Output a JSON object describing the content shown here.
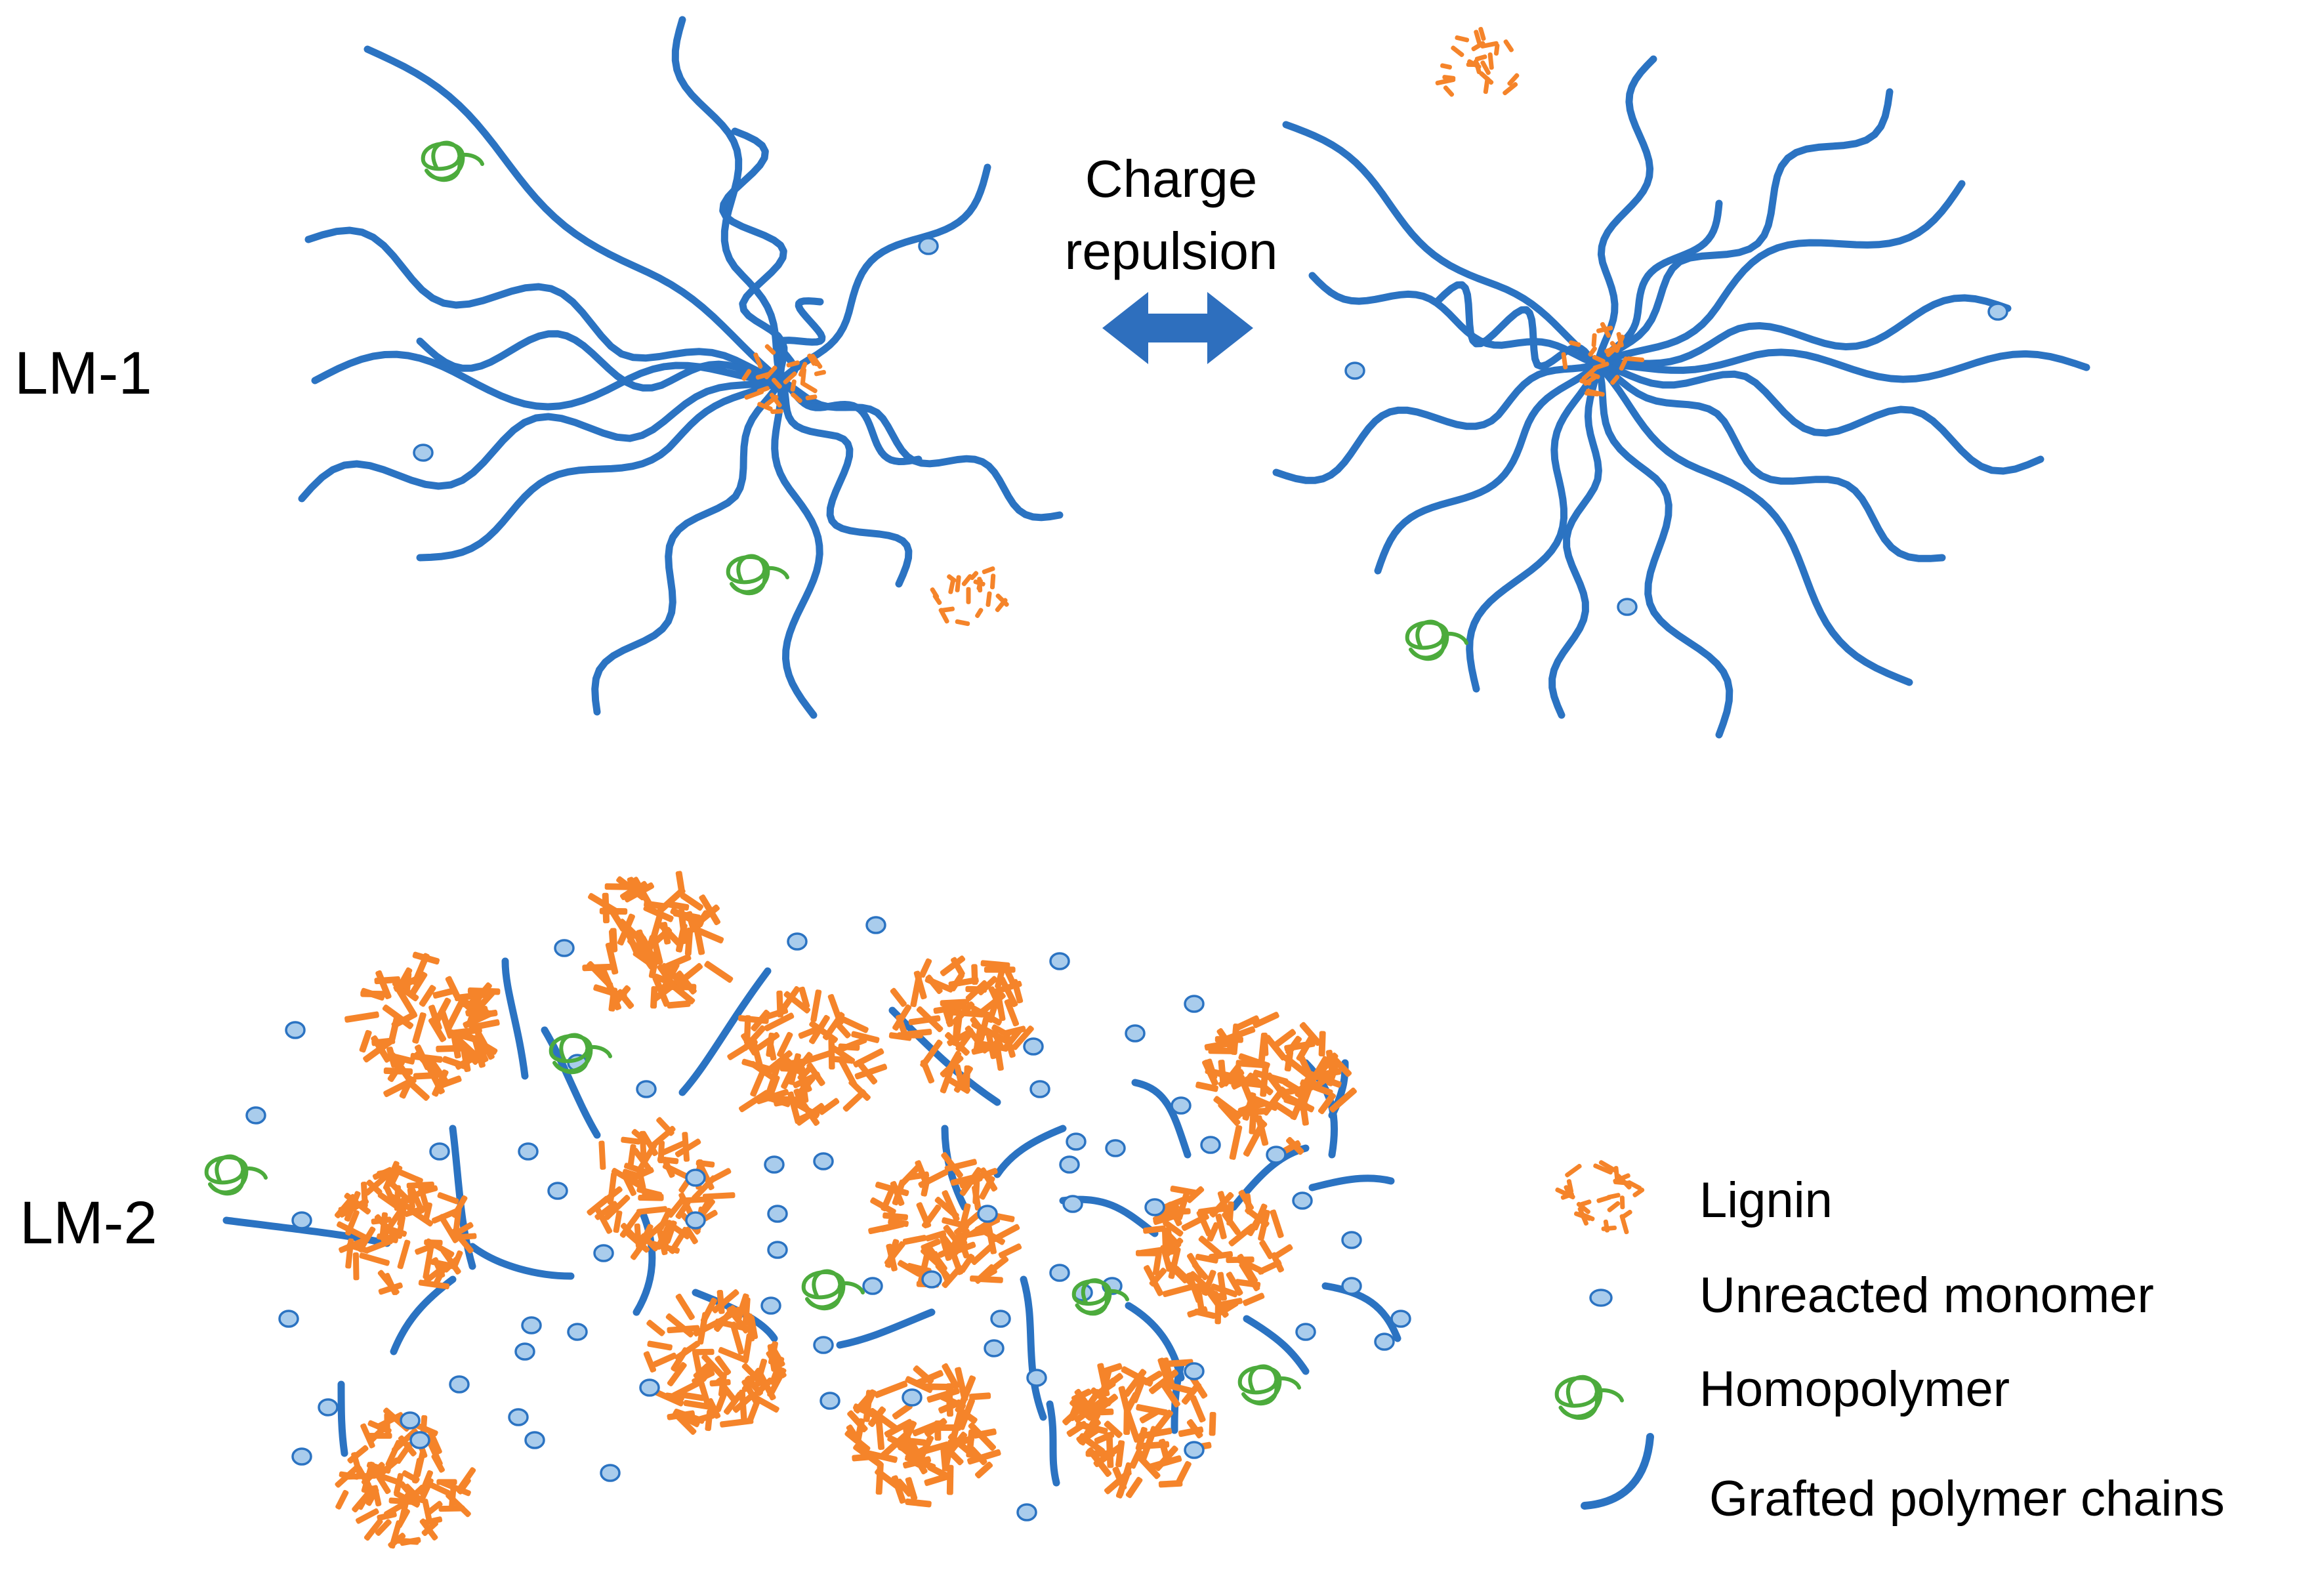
{
  "labels": {
    "lm1": "LM-1",
    "lm2": "LM-2",
    "charge_line1": "Charge",
    "charge_line2": "repulsion"
  },
  "legend": {
    "lignin": "Lignin",
    "monomer": "Unreacted monomer",
    "homopolymer": "Homopolymer",
    "grafted": "Grafted polymer chains"
  },
  "colors": {
    "lignin": "#f5842a",
    "chain": "#2b73c2",
    "monomer_fill": "#a9ccec",
    "monomer_stroke": "#2b73c2",
    "homopolymer": "#4cab3c",
    "arrow": "#2e6fbe",
    "text": "#000000"
  }
}
